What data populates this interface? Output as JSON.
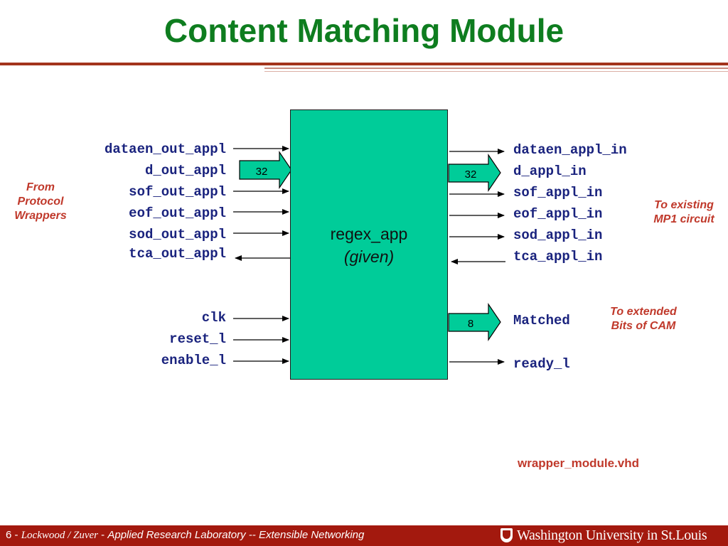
{
  "title": "Content Matching Module",
  "block": {
    "name": "regex_app",
    "note": "(given)"
  },
  "inputs_left": [
    {
      "label": "dataen_out_appl",
      "direction": "in"
    },
    {
      "label": "d_out_appl",
      "direction": "in",
      "bus_width": "32"
    },
    {
      "label": "sof_out_appl",
      "direction": "in"
    },
    {
      "label": "eof_out_appl",
      "direction": "in"
    },
    {
      "label": "sod_out_appl",
      "direction": "in"
    },
    {
      "label": "tca_out_appl",
      "direction": "out"
    },
    {
      "label": "clk",
      "direction": "in"
    },
    {
      "label": "reset_l",
      "direction": "in"
    },
    {
      "label": "enable_l",
      "direction": "in"
    }
  ],
  "outputs_right": [
    {
      "label": "dataen_appl_in",
      "direction": "out"
    },
    {
      "label": "d_appl_in",
      "direction": "out",
      "bus_width": "32"
    },
    {
      "label": "sof_appl_in",
      "direction": "out"
    },
    {
      "label": "eof_appl_in",
      "direction": "out"
    },
    {
      "label": "sod_appl_in",
      "direction": "out"
    },
    {
      "label": "tca_appl_in",
      "direction": "in"
    },
    {
      "label": "Matched",
      "direction": "out",
      "bus_width": "8"
    },
    {
      "label": "ready_l",
      "direction": "out"
    }
  ],
  "notes": {
    "from_line1": "From",
    "from_line2": "Protocol",
    "from_line3": "Wrappers",
    "existing_line1": "To existing",
    "existing_line2": "MP1 circuit",
    "extended_line1": "To extended",
    "extended_line2": "Bits of CAM",
    "filename": "wrapper_module.vhd"
  },
  "footer": {
    "page_prefix": "6 - ",
    "authors": "Lockwood / Zuver",
    "separator": " - ",
    "org": "Applied Research Laboratory -- Extensible Networking",
    "university": "Washington University in St.Louis"
  },
  "colors": {
    "title": "#0e7d1f",
    "block_fill": "#00cc99",
    "signal_text": "#1a237e",
    "note_text": "#c0392b",
    "footer_bg": "#a3190e",
    "rule": "#a3341c"
  }
}
